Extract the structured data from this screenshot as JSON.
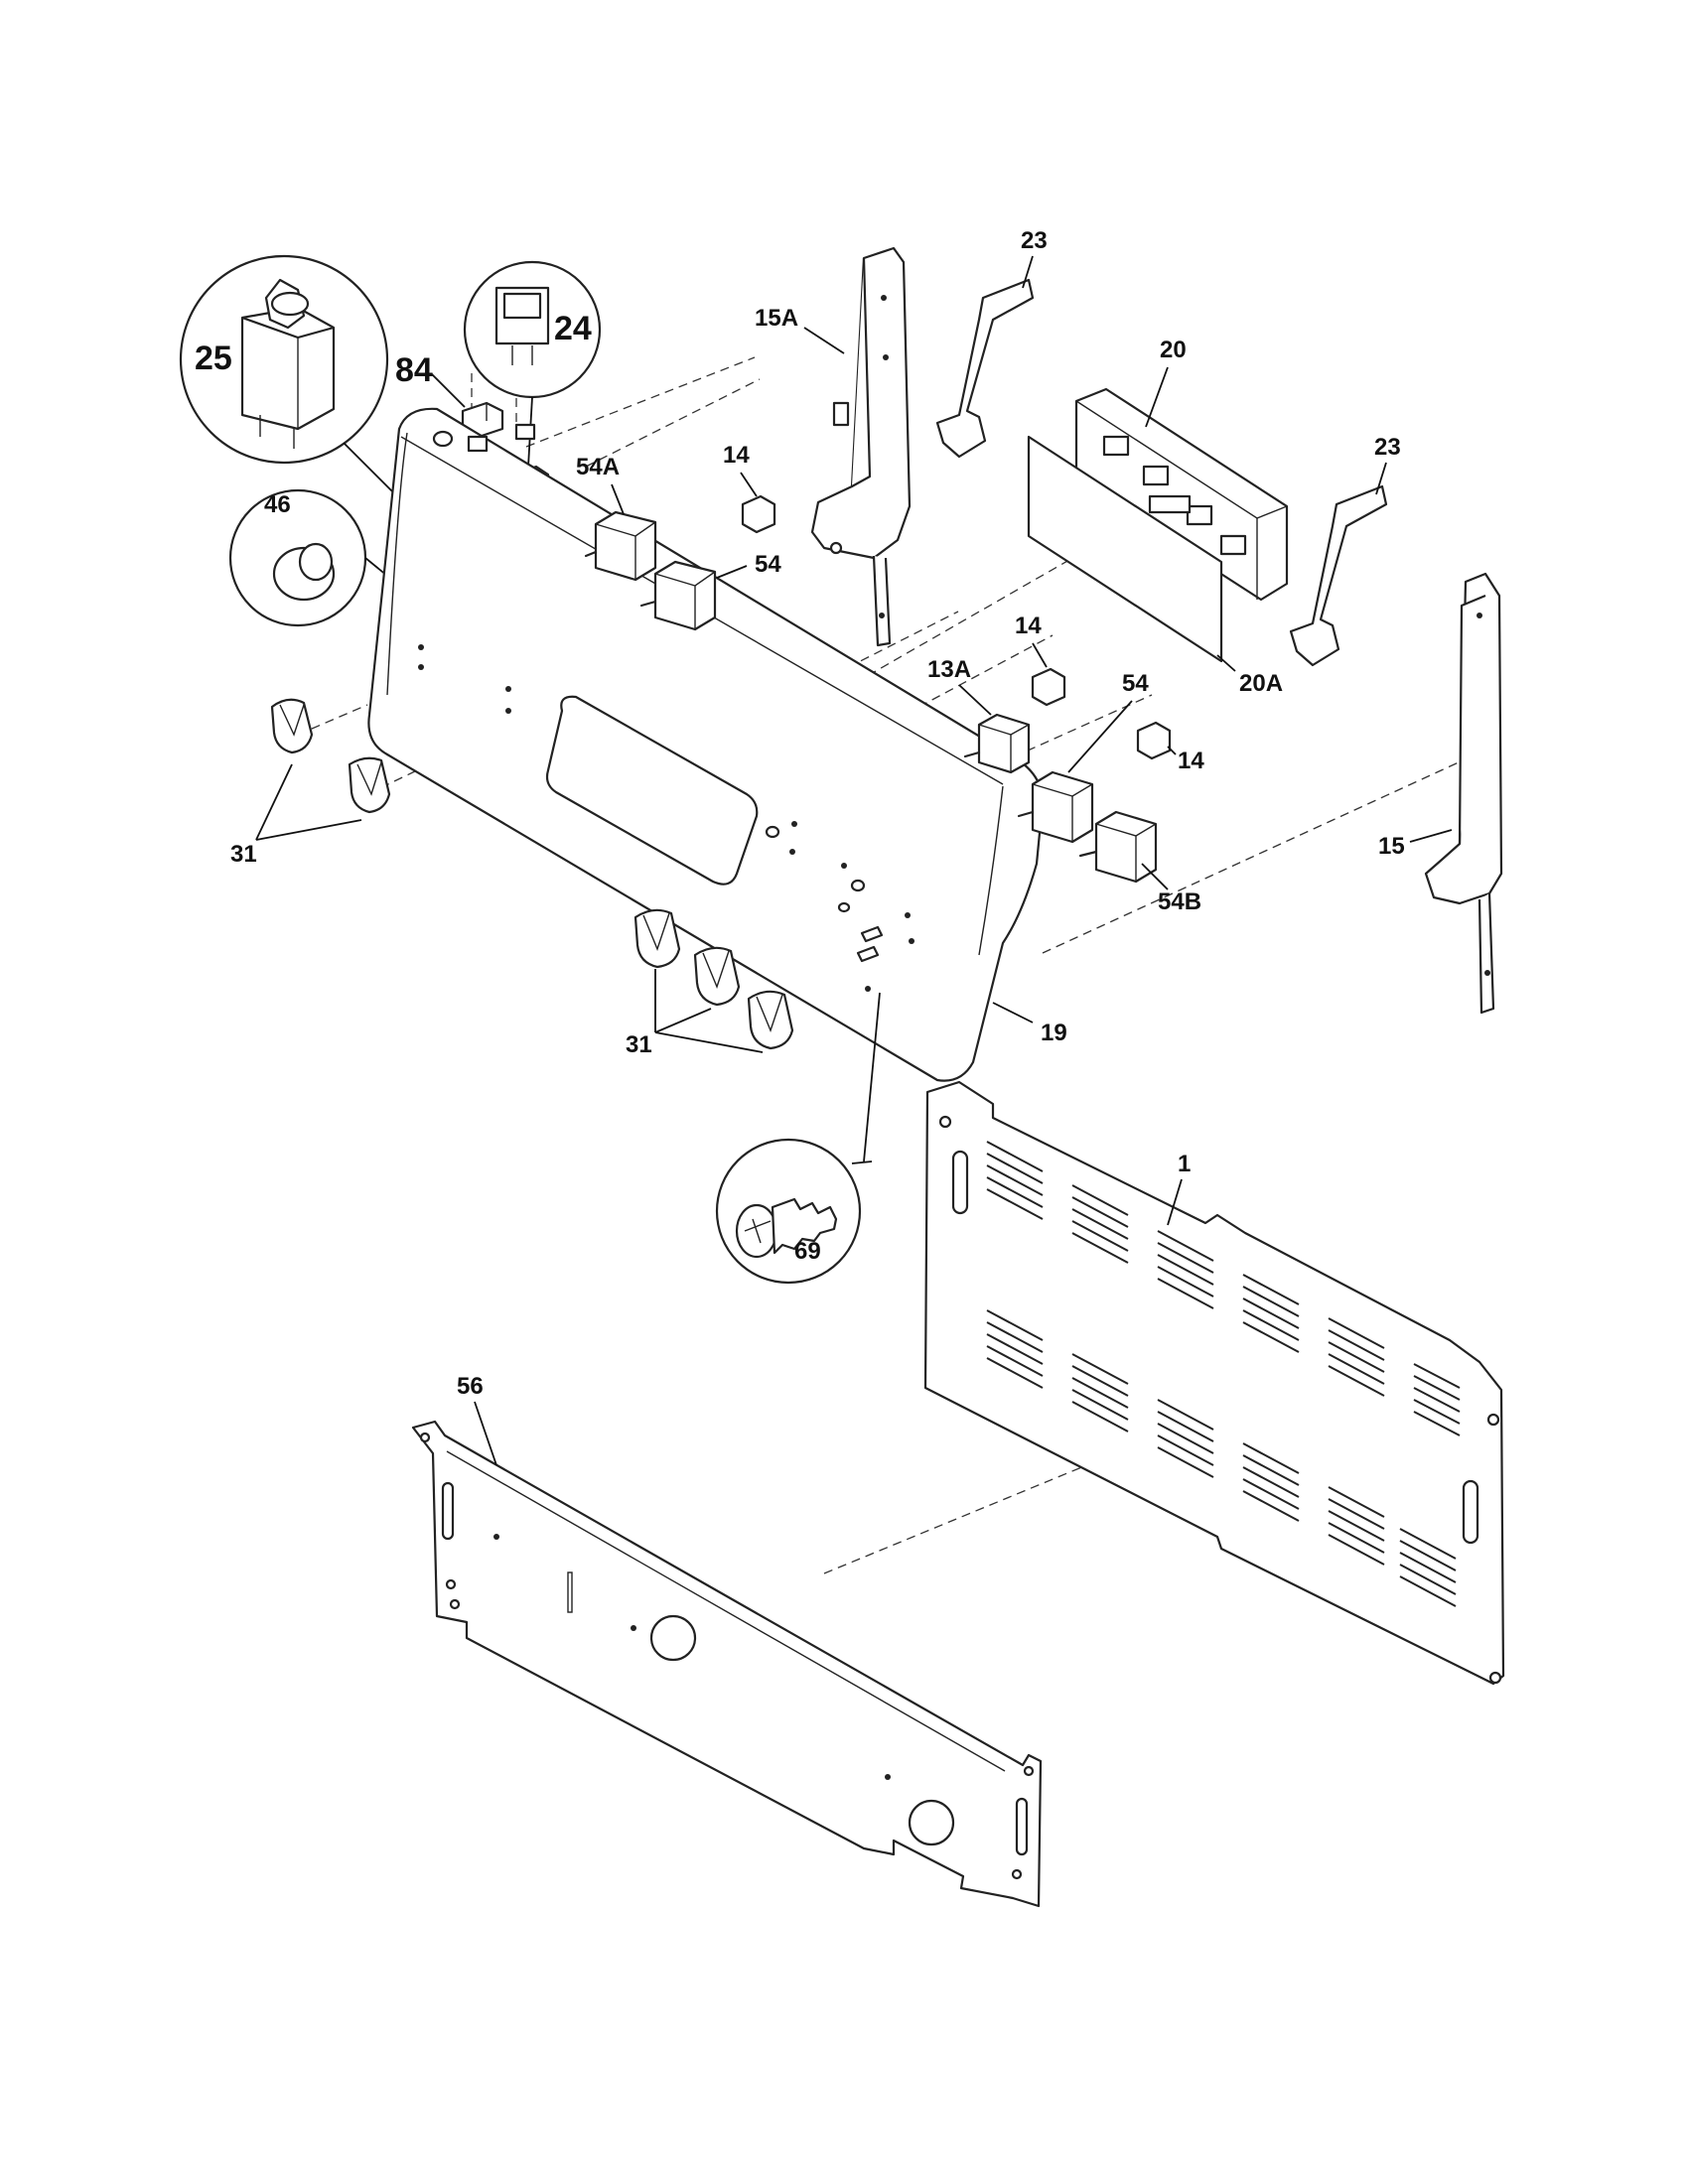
{
  "labels": {
    "p25": "25",
    "p24": "24",
    "p84": "84",
    "p46": "46",
    "p15A": "15A",
    "p23a": "23",
    "p23b": "23",
    "p20": "20",
    "p20A": "20A",
    "p54A": "54A",
    "p14a": "14",
    "p54a": "54",
    "p14b": "14",
    "p13A": "13A",
    "p54b": "54",
    "p14c": "14",
    "p54B": "54B",
    "p15": "15",
    "p31a": "31",
    "p31b": "31",
    "p19": "19",
    "p69": "69",
    "p1": "1",
    "p56": "56"
  }
}
